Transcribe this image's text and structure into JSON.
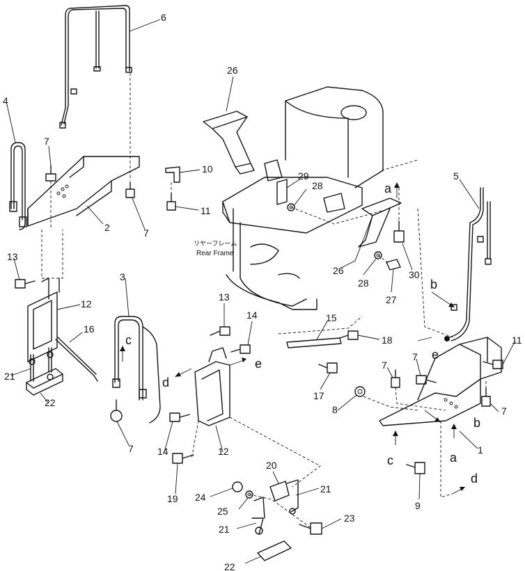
{
  "diagram": {
    "frame_label_jp": "リヤーフレーム",
    "frame_label_en": "Rear Frame",
    "callouts": [
      {
        "id": "c6",
        "text": "6"
      },
      {
        "id": "c26a",
        "text": "26"
      },
      {
        "id": "c4",
        "text": "4"
      },
      {
        "id": "c7a",
        "text": "7"
      },
      {
        "id": "c10",
        "text": "10"
      },
      {
        "id": "c11a",
        "text": "11"
      },
      {
        "id": "c2",
        "text": "2"
      },
      {
        "id": "c7b",
        "text": "7"
      },
      {
        "id": "c29",
        "text": "29"
      },
      {
        "id": "c28a",
        "text": "28"
      },
      {
        "id": "c5",
        "text": "5"
      },
      {
        "id": "c13a",
        "text": "13"
      },
      {
        "id": "c12a",
        "text": "12"
      },
      {
        "id": "c3",
        "text": "3"
      },
      {
        "id": "c26b",
        "text": "26"
      },
      {
        "id": "c28b",
        "text": "28"
      },
      {
        "id": "c30",
        "text": "30"
      },
      {
        "id": "c27",
        "text": "27"
      },
      {
        "id": "c13b",
        "text": "13"
      },
      {
        "id": "c14a",
        "text": "14"
      },
      {
        "id": "c15",
        "text": "15"
      },
      {
        "id": "c18",
        "text": "18"
      },
      {
        "id": "c16",
        "text": "16"
      },
      {
        "id": "c11b",
        "text": "11"
      },
      {
        "id": "c7c",
        "text": "7"
      },
      {
        "id": "c7d",
        "text": "7"
      },
      {
        "id": "c17",
        "text": "17"
      },
      {
        "id": "c21a",
        "text": "21"
      },
      {
        "id": "c22a",
        "text": "22"
      },
      {
        "id": "c8",
        "text": "8"
      },
      {
        "id": "c7e",
        "text": "7"
      },
      {
        "id": "c7f",
        "text": "7"
      },
      {
        "id": "c14b",
        "text": "14"
      },
      {
        "id": "c12b",
        "text": "12"
      },
      {
        "id": "c1",
        "text": "1"
      },
      {
        "id": "c19",
        "text": "19"
      },
      {
        "id": "c20",
        "text": "20"
      },
      {
        "id": "c24",
        "text": "24"
      },
      {
        "id": "c25",
        "text": "25"
      },
      {
        "id": "c21b",
        "text": "21"
      },
      {
        "id": "c21c",
        "text": "21"
      },
      {
        "id": "c23",
        "text": "23"
      },
      {
        "id": "c9",
        "text": "9"
      },
      {
        "id": "c22b",
        "text": "22"
      }
    ],
    "arrow_labels": [
      {
        "id": "a1",
        "text": "a"
      },
      {
        "id": "a2",
        "text": "a"
      },
      {
        "id": "b1",
        "text": "b"
      },
      {
        "id": "b2",
        "text": "b"
      },
      {
        "id": "cc1",
        "text": "c"
      },
      {
        "id": "cc2",
        "text": "c"
      },
      {
        "id": "d1",
        "text": "d"
      },
      {
        "id": "d2",
        "text": "d"
      },
      {
        "id": "e1",
        "text": "e"
      },
      {
        "id": "e2",
        "text": "e"
      }
    ]
  }
}
